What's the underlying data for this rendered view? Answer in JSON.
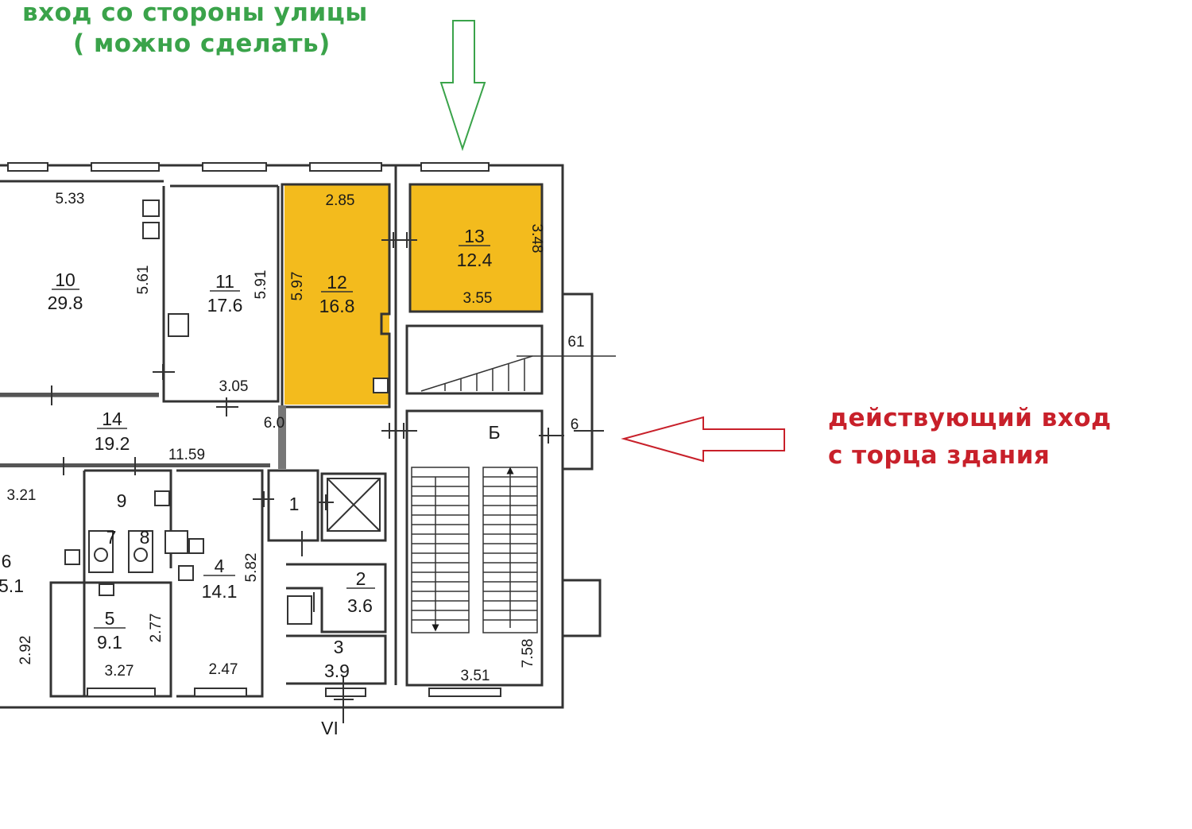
{
  "colors": {
    "highlight": "#f3bb1d",
    "wall": "#333333",
    "green": "#3aa34a",
    "red": "#c8202a"
  },
  "annotations": {
    "street_entrance": [
      "вход со стороны улицы",
      "( можно сделать)"
    ],
    "end_entrance": [
      "действующий вход",
      "с торца здания"
    ]
  },
  "rooms": {
    "r10": {
      "num": "10",
      "area": "29.8",
      "w": "5.33",
      "h": "5.61"
    },
    "r11": {
      "num": "11",
      "area": "17.6",
      "w": "3.05",
      "h": "5.91"
    },
    "r12": {
      "num": "12",
      "area": "16.8",
      "w": "2.85",
      "h": "5.97"
    },
    "r13": {
      "num": "13",
      "area": "12.4",
      "w": "3.55",
      "h": "3.48"
    },
    "r14": {
      "num": "14",
      "area": "19.2",
      "w": "11.59",
      "extra": "6.0"
    },
    "r9": {
      "num": "9"
    },
    "r7": {
      "num": "7"
    },
    "r8": {
      "num": "8"
    },
    "r6": {
      "num": "6",
      "area": "5.1",
      "w": "3.21",
      "h": "2.92"
    },
    "r5": {
      "num": "5",
      "area": "9.1",
      "w": "3.27",
      "h": "2.77"
    },
    "r4": {
      "num": "4",
      "area": "14.1",
      "w": "2.47",
      "h": "5.82"
    },
    "r1": {
      "num": "1"
    },
    "r2": {
      "num": "2",
      "area": "3.6"
    },
    "r3": {
      "num": "3",
      "area": "3.9"
    },
    "stair": {
      "label": "Б",
      "w": "3.51",
      "h": "7.58"
    },
    "vest": {
      "a": "61",
      "b": "6"
    },
    "axis": {
      "label": "VI"
    }
  }
}
